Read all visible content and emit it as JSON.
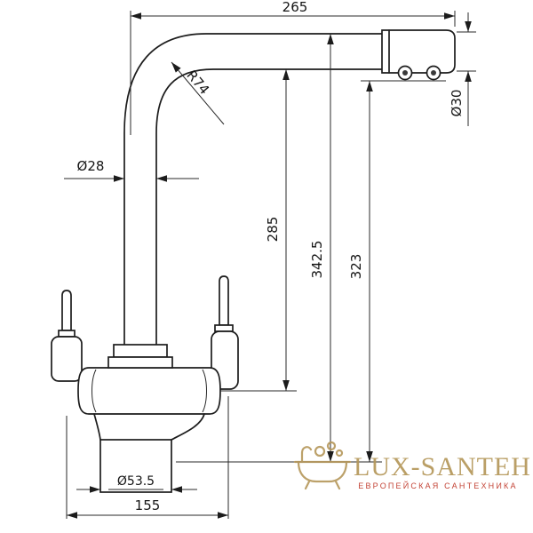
{
  "drawing": {
    "type": "technical-dimension-drawing",
    "subject": "kitchen mixer faucet with filtered water spout",
    "line_color": "#1c1c1c",
    "dims": {
      "top_length": "265",
      "outlet_diameter": "Ø30",
      "bend_radius": "R74",
      "pipe_diameter": "Ø28",
      "height_spout_underside": "285",
      "height_total": "342.5",
      "height_outlet": "323",
      "base_diameter": "Ø53.5",
      "base_width": "155"
    }
  },
  "watermark": {
    "brand": "LUX-SANTEH",
    "tagline": "ЕВРОПЕЙСКАЯ САНТЕХНИКА",
    "brand_color": "#b5975a",
    "tagline_color": "#c0392b"
  }
}
